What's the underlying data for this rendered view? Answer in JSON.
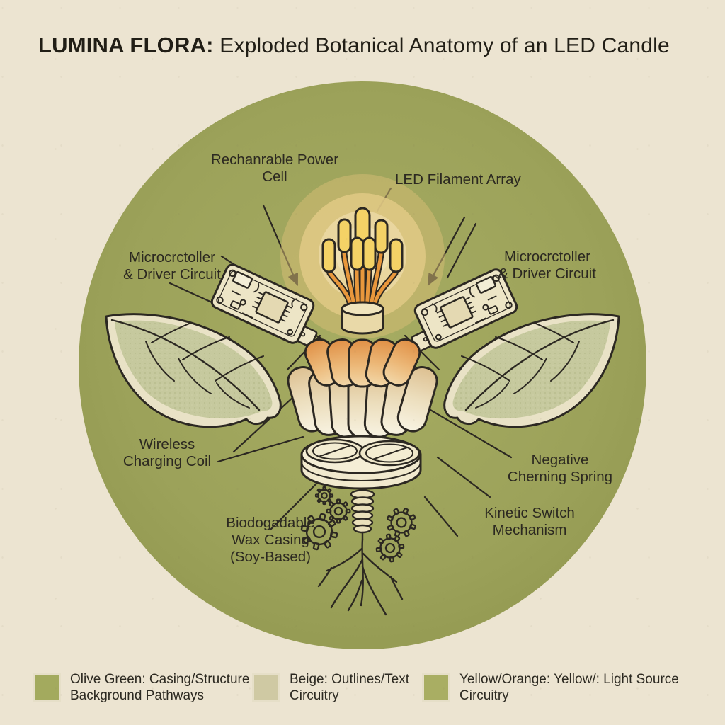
{
  "title": {
    "brand": "LUMINA FLORA:",
    "subtitle": " Exploded Botanical Anatomy of an LED Candle"
  },
  "diagram": {
    "labels": {
      "power_cell": "Rechanrable Power\nCell",
      "led_array": "LED Filament Array",
      "micro_left": "Microcrctoller\n& Driver Circuit",
      "micro_right": "Microcrctoller\n& Driver Circuit",
      "wireless": "Wireless\nCharging Coil",
      "negative_spring": "Negative\nCherning Spring",
      "wax": "Biodogadable\nWax Casing\n(Soy-Based)",
      "kinetic": "Kinetic Switch\nMechanism"
    },
    "parts": [
      "led-filament-array",
      "lamp-socket",
      "wax-casing",
      "charging-coil-disc",
      "spring",
      "roots",
      "gears",
      "leaf-left",
      "leaf-right",
      "circuit-board-left",
      "circuit-board-right",
      "glow-halo"
    ]
  },
  "legend": {
    "items": [
      {
        "label": "Olive Green: Casing/Structure\nBackground Pathways",
        "color": "#a3aa5e"
      },
      {
        "label": "Beige: Outlines/Text\nCircuitry",
        "color": "#cfc9a3"
      },
      {
        "label": "Yellow/Orange: Yellow/: Light Source\nCircuitry",
        "color": "#a9ae63"
      }
    ]
  },
  "colors": {
    "background": "#ece4d1",
    "circle": "#9ca25a",
    "outline": "#2b2620",
    "glow_outer": "#d7bd75",
    "glow_inner": "#e9d69f",
    "filament_stem": "#e8973c",
    "filament_tip": "#f4d266",
    "wax_top": "#e09046",
    "wax_bottom": "#f8f3e2",
    "leaf_blade": "#c6c99e",
    "board": "#ede5c6"
  }
}
